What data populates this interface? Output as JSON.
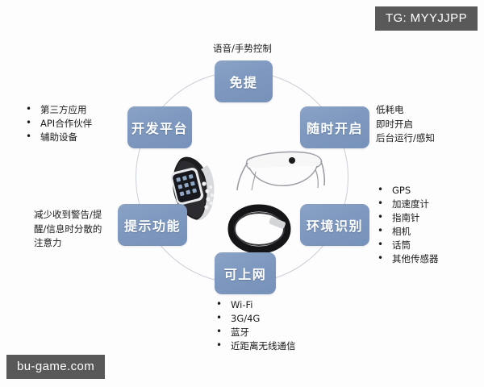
{
  "watermarks": {
    "top_right": "TG: MYYJJPP",
    "bottom_left": "bu-game.com"
  },
  "diagram": {
    "accent_color": "#7e98bf",
    "ring_color": "#c9cfd6",
    "nodes": [
      {
        "id": "handsfree",
        "label": "免提"
      },
      {
        "id": "always-on",
        "label": "随时开启"
      },
      {
        "id": "context",
        "label": "环境识别"
      },
      {
        "id": "internet",
        "label": "可上网"
      },
      {
        "id": "notify",
        "label": "提示功能"
      },
      {
        "id": "platform",
        "label": "开发平台"
      }
    ],
    "annotations": {
      "voice_control": "语音/手势控制",
      "dev_platform_items": [
        "第三方应用",
        "API合作伙伴",
        "辅助设备"
      ],
      "always_on_lines": [
        "低耗电",
        "即时开启",
        "后台运行/感知"
      ],
      "sensor_items": [
        "GPS",
        "加速度计",
        "指南针",
        "相机",
        "话筒",
        "其他传感器"
      ],
      "network_items": [
        "Wi-Fi",
        "3G/4G",
        "蓝牙",
        "近距离无线通信"
      ],
      "notify_lines": [
        "减少收到警告/提",
        "醒/信息时分散的",
        "注意力"
      ]
    },
    "center_devices": [
      "smartwatch",
      "smart-glasses",
      "fitness-band"
    ]
  }
}
